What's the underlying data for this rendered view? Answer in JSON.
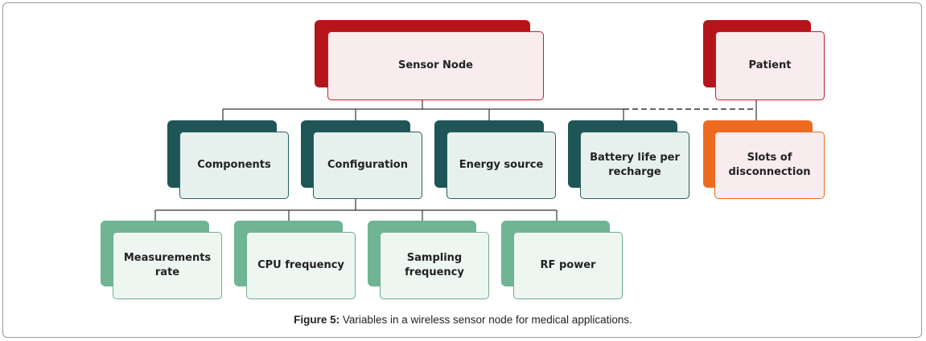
{
  "diagram": {
    "root": {
      "label": "Sensor Node"
    },
    "patient": {
      "label": "Patient"
    },
    "level1": [
      {
        "label": "Components"
      },
      {
        "label": "Configuration"
      },
      {
        "label": "Energy source"
      },
      {
        "label": "Battery life per recharge"
      },
      {
        "label": "Slots of disconnection"
      }
    ],
    "level2": [
      {
        "label": "Measurements rate"
      },
      {
        "label": "CPU frequency"
      },
      {
        "label": "Sampling frequency"
      },
      {
        "label": "RF power"
      }
    ]
  },
  "colors": {
    "dark_red": "#b5141b",
    "red_border": "#c0202a",
    "pink_fill": "#f9ecee",
    "dark_teal": "#1f5557",
    "teal_border": "#2a5f60",
    "mint_fill": "#e6f1ee",
    "orange": "#ee6a1e",
    "light_green": "#6fb594",
    "green_border": "#6fae8f",
    "pale_green_fill": "#eef6f1",
    "connector": "#333333"
  },
  "caption": {
    "label": "Figure 5:",
    "text": "Variables in a wireless sensor node for medical applications."
  }
}
